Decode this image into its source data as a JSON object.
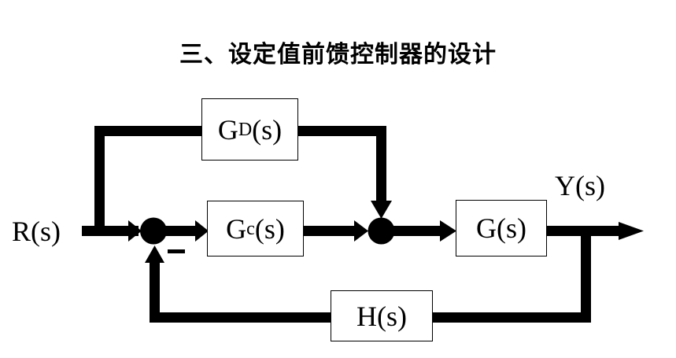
{
  "title": "三、设定值前馈控制器的设计",
  "diagram": {
    "input_label": "R(s)",
    "output_label": "Y(s)",
    "blocks": {
      "feedforward": {
        "main": "G",
        "sub": "D",
        "arg": "(s)"
      },
      "controller": {
        "main": "G",
        "sub": "c",
        "arg": "(s)"
      },
      "plant": {
        "label": "G(s)"
      },
      "feedback": {
        "label": "H(s)"
      }
    },
    "summing_junction_1": {
      "feedback_sign": "−"
    },
    "colors": {
      "line": "#000000",
      "background": "#ffffff"
    }
  }
}
